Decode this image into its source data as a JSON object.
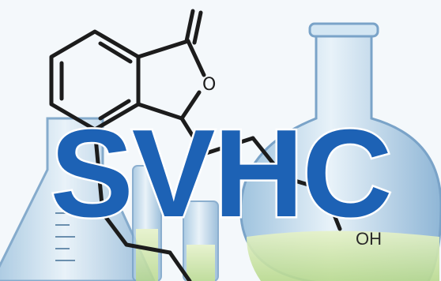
{
  "graphic": {
    "title": "SVHC",
    "hydroxyl_label": "OH",
    "oxygen_label": "O"
  },
  "colors": {
    "title_blue": "#1d62b5",
    "glass_blue": "#bcd7ea",
    "liquid_green": "#cfe6a9",
    "bond_dark": "#1c1c1c"
  }
}
